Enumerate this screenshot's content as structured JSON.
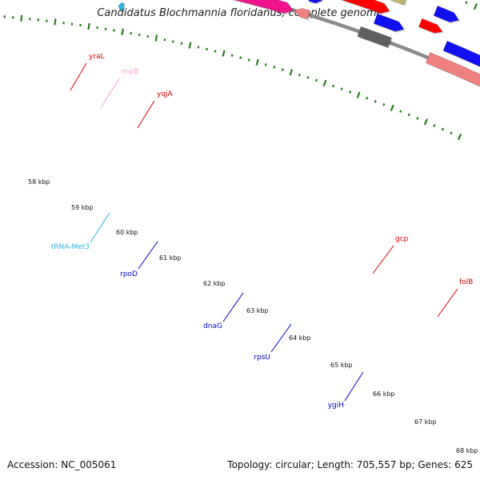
{
  "title": "Candidatus Blochmannia floridanus, complete genome",
  "footer": {
    "accession": "Accession: NC_005061",
    "summary": "Topology: circular; Length: 705,557 bp; Genes: 625"
  },
  "backbone_color": "#8a8a8a",
  "tick_color": "#2a7a1f",
  "scale_ticks": [
    {
      "label": "58 kbp"
    },
    {
      "label": "59 kbp"
    },
    {
      "label": "60 kbp"
    },
    {
      "label": "61 kbp"
    },
    {
      "label": "62 kbp"
    },
    {
      "label": "63 kbp"
    },
    {
      "label": "64 kbp"
    },
    {
      "label": "65 kbp"
    },
    {
      "label": "66 kbp"
    },
    {
      "label": "67 kbp"
    },
    {
      "label": "68 kbp"
    }
  ],
  "features": [
    {
      "name": "unlabeled-blue-edge",
      "color": "#1010f0"
    },
    {
      "name": "unlabeled-gray-edge",
      "color": "#c8c8c8"
    },
    {
      "name": "yraL-gray",
      "color": "#c8c8c8"
    },
    {
      "name": "yraL-red",
      "color": "#ff0000"
    },
    {
      "name": "rnpB",
      "color": "#f7a0d0"
    },
    {
      "name": "yqjA-gray",
      "color": "#606060"
    },
    {
      "name": "yqjA-red",
      "color": "#ff0000"
    },
    {
      "name": "tRNA-Met3",
      "color": "#29b6e6"
    },
    {
      "name": "rpoD-blue",
      "color": "#1010f0"
    },
    {
      "name": "rpoD-orange",
      "color": "#ff8c00"
    },
    {
      "name": "dnaG-blue",
      "color": "#1010f0"
    },
    {
      "name": "dnaG-magenta",
      "color": "#f0148c"
    },
    {
      "name": "rpsU-blue",
      "color": "#1010f0"
    },
    {
      "name": "rpsU-salmon",
      "color": "#f08080"
    },
    {
      "name": "gcp-olive",
      "color": "#bdb76b"
    },
    {
      "name": "gcp-red",
      "color": "#ff0000"
    },
    {
      "name": "ygiH-blue",
      "color": "#1010f0"
    },
    {
      "name": "ygiH-gray",
      "color": "#606060"
    },
    {
      "name": "folB-blue",
      "color": "#1010f0"
    },
    {
      "name": "folB-red",
      "color": "#ff0000"
    },
    {
      "name": "right-blue",
      "color": "#1010f0"
    },
    {
      "name": "right-salmon",
      "color": "#f08080"
    }
  ],
  "labels": [
    {
      "text": "yraL",
      "color": "#d40000"
    },
    {
      "text": "rnpB",
      "color": "#f7a0d0"
    },
    {
      "text": "yqjA",
      "color": "#d40000"
    },
    {
      "text": "tRNA-Met3",
      "color": "#29b6e6"
    },
    {
      "text": "rpoD",
      "color": "#0000c8"
    },
    {
      "text": "dnaG",
      "color": "#0000c8"
    },
    {
      "text": "rpsU",
      "color": "#0000c8"
    },
    {
      "text": "gcp",
      "color": "#d40000"
    },
    {
      "text": "ygiH",
      "color": "#0000c8"
    },
    {
      "text": "folB",
      "color": "#d40000"
    }
  ]
}
